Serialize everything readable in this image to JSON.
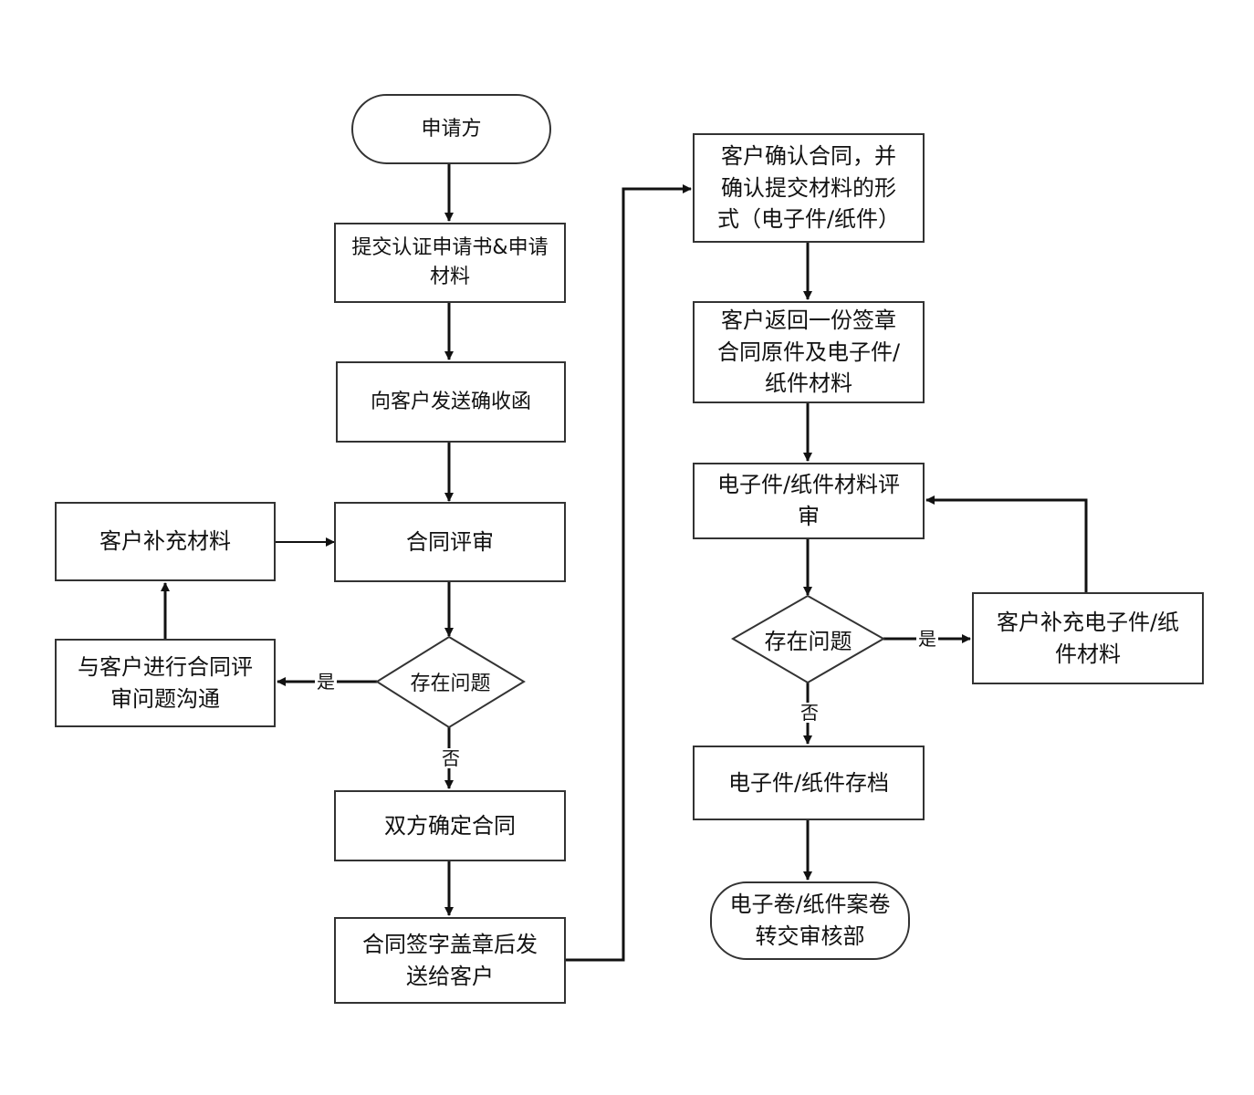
{
  "nodes": {
    "applicant": "申请方",
    "submit": "提交认证申请书&申请\n材料",
    "send_receipt": "向客户发送确收函",
    "review": "合同评审",
    "supplement": "客户补充材料",
    "communicate": "与客户进行合同评\n审问题沟通",
    "issue1": "存在问题",
    "confirm": "双方确定合同",
    "sign_send": "合同签字盖章后发\n送给客户",
    "customer_confirm": "客户确认合同，并\n确认提交材料的形\n式（电子件/纸件）",
    "customer_return": "客户返回一份签章\n合同原件及电子件/\n纸件材料",
    "material_review": "电子件/纸件材料评\n审",
    "issue2": "存在问题",
    "customer_supplement2": "客户补充电子件/纸\n件材料",
    "archive": "电子件/纸件存档",
    "transfer": "电子卷/纸件案卷\n转交审核部"
  },
  "edge_labels": {
    "yes1": "是",
    "no1": "否",
    "yes2": "是",
    "no2": "否"
  }
}
